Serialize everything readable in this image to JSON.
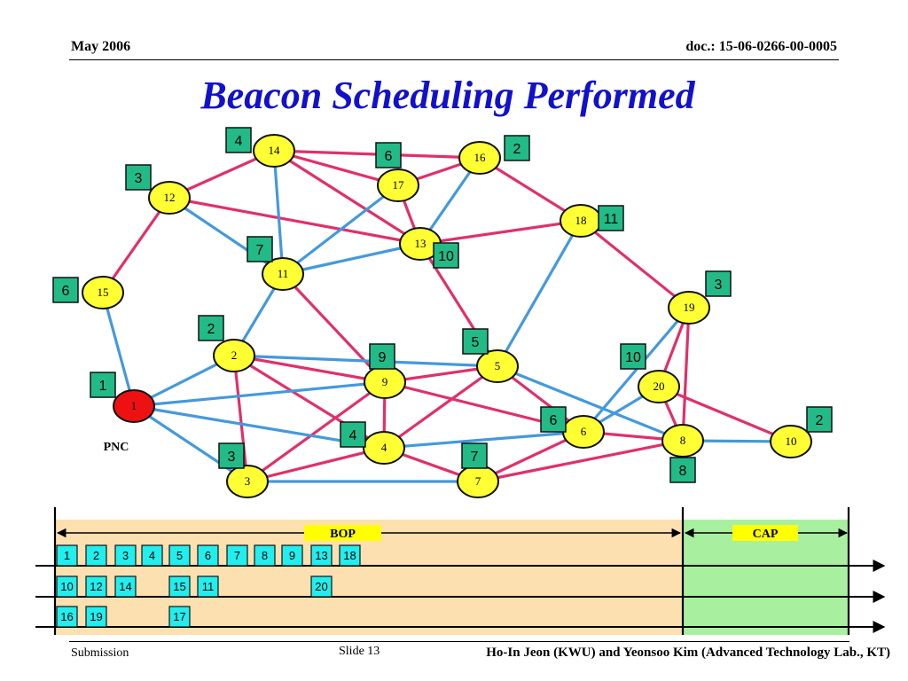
{
  "header": {
    "date": "May 2006",
    "doc": "doc.: 15-06-0266-00-0005"
  },
  "title": "Beacon Scheduling Performed",
  "footer": {
    "left": "Submission",
    "center": "Slide 13",
    "right": "Ho-In Jeon (KWU) and Yeonsoo Kim (Advanced Technology Lab., KT)"
  },
  "colors": {
    "title": "#1111cc",
    "node": "#ffff33",
    "pnc_node": "#ee1111",
    "tag": "#22bb88",
    "pink_link": "#e0306a",
    "blue_link": "#4499dd",
    "bop_bg": "#fde0b0",
    "cap_bg": "#a8f0a0",
    "slot": "#22eeee"
  },
  "nodes": [
    {
      "id": "n1",
      "label": "1",
      "pnc": true
    },
    {
      "id": "n2",
      "label": "2"
    },
    {
      "id": "n3",
      "label": "3"
    },
    {
      "id": "n4",
      "label": "4"
    },
    {
      "id": "n5",
      "label": "5"
    },
    {
      "id": "n6",
      "label": "6"
    },
    {
      "id": "n7",
      "label": "7"
    },
    {
      "id": "n8",
      "label": "8"
    },
    {
      "id": "n9",
      "label": "9"
    },
    {
      "id": "n10",
      "label": "10"
    },
    {
      "id": "n11",
      "label": "11"
    },
    {
      "id": "n12",
      "label": "12"
    },
    {
      "id": "n13",
      "label": "13"
    },
    {
      "id": "n14",
      "label": "14"
    },
    {
      "id": "n15",
      "label": "15"
    },
    {
      "id": "n16",
      "label": "16"
    },
    {
      "id": "n17",
      "label": "17"
    },
    {
      "id": "n18",
      "label": "18"
    },
    {
      "id": "n19",
      "label": "19"
    },
    {
      "id": "n20",
      "label": "20"
    }
  ],
  "tags": [
    {
      "node": "n1",
      "label": "1"
    },
    {
      "node": "n2",
      "label": "2"
    },
    {
      "node": "n3",
      "label": "3"
    },
    {
      "node": "n4",
      "label": "4"
    },
    {
      "node": "n5",
      "label": "5"
    },
    {
      "node": "n6",
      "label": "6"
    },
    {
      "node": "n7",
      "label": "7"
    },
    {
      "node": "n8",
      "label": "8"
    },
    {
      "node": "n9",
      "label": "9"
    },
    {
      "node": "n10",
      "label": "2"
    },
    {
      "node": "n11",
      "label": "7"
    },
    {
      "node": "n12",
      "label": "3"
    },
    {
      "node": "n13",
      "label": "10"
    },
    {
      "node": "n14",
      "label": "4"
    },
    {
      "node": "n15",
      "label": "6"
    },
    {
      "node": "n16",
      "label": "2"
    },
    {
      "node": "n17",
      "label": "6"
    },
    {
      "node": "n18",
      "label": "11"
    },
    {
      "node": "n19",
      "label": "3"
    },
    {
      "node": "n20",
      "label": "10"
    }
  ],
  "pnc_label": "PNC",
  "links": [
    [
      "n15",
      "n12",
      "pink"
    ],
    [
      "n12",
      "n14",
      "pink"
    ],
    [
      "n14",
      "n17",
      "pink"
    ],
    [
      "n14",
      "n16",
      "pink"
    ],
    [
      "n14",
      "n13",
      "pink"
    ],
    [
      "n17",
      "n16",
      "pink"
    ],
    [
      "n16",
      "n18",
      "pink"
    ],
    [
      "n12",
      "n13",
      "pink"
    ],
    [
      "n17",
      "n13",
      "pink"
    ],
    [
      "n13",
      "n18",
      "pink"
    ],
    [
      "n18",
      "n19",
      "pink"
    ],
    [
      "n13",
      "n5",
      "pink"
    ],
    [
      "n11",
      "n9",
      "pink"
    ],
    [
      "n2",
      "n9",
      "pink"
    ],
    [
      "n2",
      "n4",
      "pink"
    ],
    [
      "n2",
      "n3",
      "pink"
    ],
    [
      "n3",
      "n9",
      "pink"
    ],
    [
      "n3",
      "n4",
      "pink"
    ],
    [
      "n9",
      "n4",
      "pink"
    ],
    [
      "n9",
      "n5",
      "pink"
    ],
    [
      "n9",
      "n6",
      "pink"
    ],
    [
      "n4",
      "n5",
      "pink"
    ],
    [
      "n4",
      "n7",
      "pink"
    ],
    [
      "n5",
      "n6",
      "pink"
    ],
    [
      "n7",
      "n6",
      "pink"
    ],
    [
      "n7",
      "n8",
      "pink"
    ],
    [
      "n6",
      "n8",
      "pink"
    ],
    [
      "n20",
      "n8",
      "pink"
    ],
    [
      "n20",
      "n10",
      "pink"
    ],
    [
      "n19",
      "n8",
      "pink"
    ],
    [
      "n19",
      "n20",
      "pink"
    ],
    [
      "n15",
      "n1",
      "blue"
    ],
    [
      "n1",
      "n2",
      "blue"
    ],
    [
      "n1",
      "n9",
      "blue"
    ],
    [
      "n1",
      "n4",
      "blue"
    ],
    [
      "n1",
      "n3",
      "blue"
    ],
    [
      "n3",
      "n7",
      "blue"
    ],
    [
      "n2",
      "n5",
      "blue"
    ],
    [
      "n2",
      "n11",
      "blue"
    ],
    [
      "n12",
      "n11",
      "blue"
    ],
    [
      "n14",
      "n11",
      "blue"
    ],
    [
      "n11",
      "n13",
      "blue"
    ],
    [
      "n11",
      "n17",
      "blue"
    ],
    [
      "n16",
      "n13",
      "blue"
    ],
    [
      "n18",
      "n5",
      "blue"
    ],
    [
      "n4",
      "n6",
      "blue"
    ],
    [
      "n5",
      "n8",
      "blue"
    ],
    [
      "n6",
      "n19",
      "blue"
    ],
    [
      "n6",
      "n20",
      "blue"
    ],
    [
      "n8",
      "n10",
      "blue"
    ]
  ],
  "timeline": {
    "bop_label": "BOP",
    "cap_label": "CAP",
    "rows": [
      [
        "1",
        "2",
        "3",
        "4",
        "5",
        "6",
        "7",
        "8",
        "9",
        "13",
        "18"
      ],
      [
        "10",
        "12",
        "14",
        "",
        "15",
        "11",
        "",
        "",
        "",
        "20",
        ""
      ],
      [
        "16",
        "19",
        "",
        "",
        "17",
        "",
        "",
        "",
        "",
        "",
        ""
      ]
    ]
  }
}
